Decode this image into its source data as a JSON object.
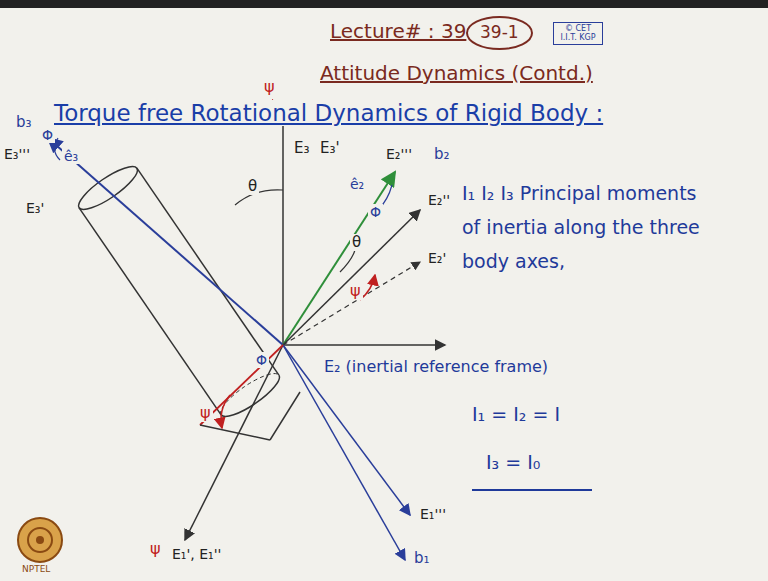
{
  "diagram": {
    "title": "Lecture# : 39",
    "nodes": [
      {
        "text": [
          "39-1"
        ]
      },
      {
        "text": [
          "© CET I.I.T. KGP"
        ]
      }
    ],
    "labels": [
      "Attitude Dynamics (Contd.)",
      "Torque free Rotational Dynamics of Rigid Body :",
      "b₃",
      "E₃'''",
      "Φ",
      "ê₃",
      "E₃'",
      "ψ",
      "E₃",
      "E₃'",
      "θ",
      "E₂'''",
      "b₂",
      "ê₂",
      "Φ",
      "E₂''",
      "θ",
      "E₂'",
      "ψ",
      "E₂ (inertial reference frame)",
      "ψ",
      "Φ",
      "E₁'''",
      "b₁",
      "ψ",
      "E₁', E₁''",
      "I₁ I₂ I₃ Principal moments of inertia along the three body axes,",
      "I₁ = I₂ = I",
      "I₃ = I₀",
      "NPTEL"
    ]
  }
}
